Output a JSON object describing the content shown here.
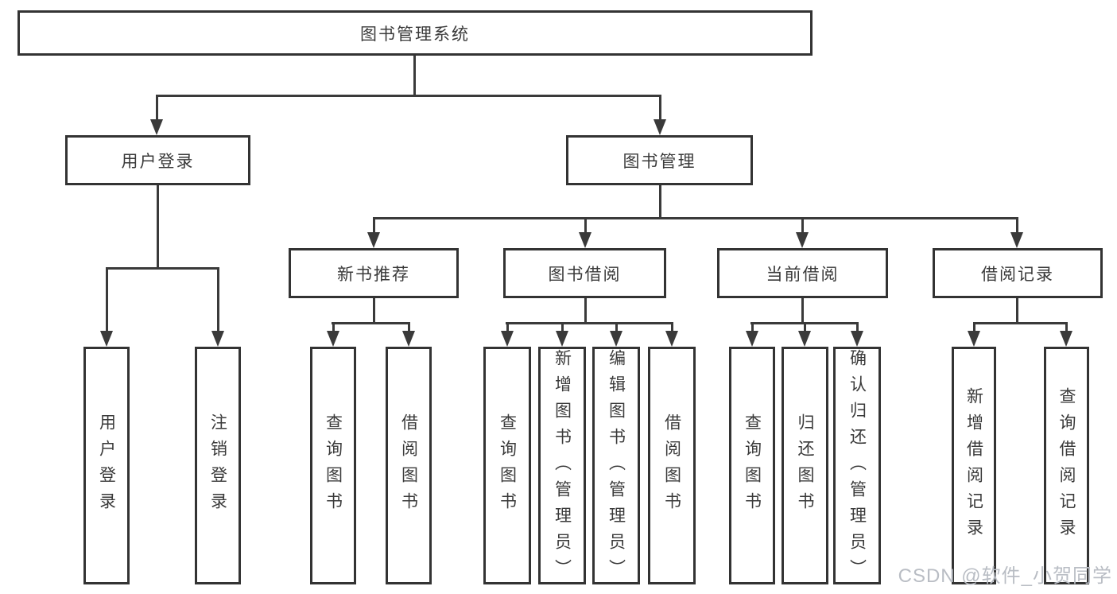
{
  "diagram_title": "图书管理系统",
  "nodes": {
    "root": "图书管理系统",
    "user_login": "用户登录",
    "book_mgmt": "图书管理",
    "new_book_rec": "新书推荐",
    "book_borrow": "图书借阅",
    "current_borrow": "当前借阅",
    "borrow_records": "借阅记录",
    "leaf_user_login": "用户登录",
    "leaf_logout": "注销登录",
    "leaf_query_book_1": "查询图书",
    "leaf_borrow_book_1": "借阅图书",
    "leaf_query_book_2": "查询图书",
    "leaf_add_book": "新增图书（管理员）",
    "leaf_edit_book": "编辑图书（管理员）",
    "leaf_borrow_book_2": "借阅图书",
    "leaf_query_book_3": "查询图书",
    "leaf_return_book": "归还图书",
    "leaf_confirm_return": "确认归还（管理员）",
    "leaf_add_record": "新增借阅记录",
    "leaf_query_record": "查询借阅记录"
  },
  "tree": {
    "图书管理系统": {
      "用户登录": [
        "用户登录",
        "注销登录"
      ],
      "图书管理": {
        "新书推荐": [
          "查询图书",
          "借阅图书"
        ],
        "图书借阅": [
          "查询图书",
          "新增图书（管理员）",
          "编辑图书（管理员）",
          "借阅图书"
        ],
        "当前借阅": [
          "查询图书",
          "归还图书",
          "确认归还（管理员）"
        ],
        "借阅记录": [
          "新增借阅记录",
          "查询借阅记录"
        ]
      }
    }
  },
  "watermark": "CSDN @软件_小贺同学",
  "colors": {
    "line": "#3a3a3a",
    "border": "#333333",
    "text": "#3a3a3a",
    "background": "#ffffff",
    "watermark": "#b9bdc4"
  }
}
